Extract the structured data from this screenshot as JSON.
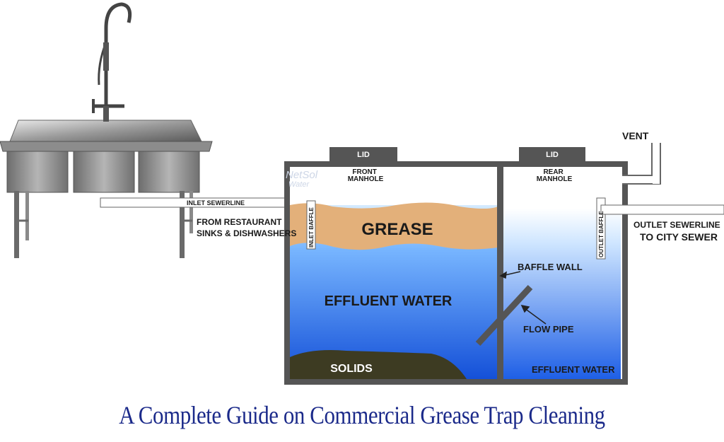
{
  "title": "A Complete Guide on Commercial Grease Trap Cleaning",
  "labels": {
    "lid_front": "LID",
    "lid_rear": "LID",
    "front_manhole": "FRONT\nMANHOLE",
    "rear_manhole": "REAR\nMANHOLE",
    "vent": "VENT",
    "inlet_sewerline": "INLET SEWERLINE",
    "from_restaurant": "FROM RESTAURANT\nSINKS & DISHWASHERS",
    "inlet_baffle": "INLET BAFFLE",
    "outlet_baffle": "OUTLET BAFFLE",
    "outlet_sewerline": "OUTLET SEWERLINE\nTO CITY SEWER",
    "grease": "GREASE",
    "effluent_water_left": "EFFLUENT WATER",
    "effluent_water_right": "EFFLUENT WATER",
    "solids": "SOLIDS",
    "baffle_wall": "BAFFLE WALL",
    "flow_pipe": "FLOW PIPE"
  },
  "watermark": "NetSol\nWater",
  "colors": {
    "tank_wall": "#555555",
    "water_top": "#cfe6ff",
    "water_bottom": "#1e63e6",
    "grease": "#e3b07a",
    "solids": "#3d3b22",
    "title": "#1b2a8a"
  },
  "icons": [
    "sink-icon",
    "faucet-icon"
  ]
}
